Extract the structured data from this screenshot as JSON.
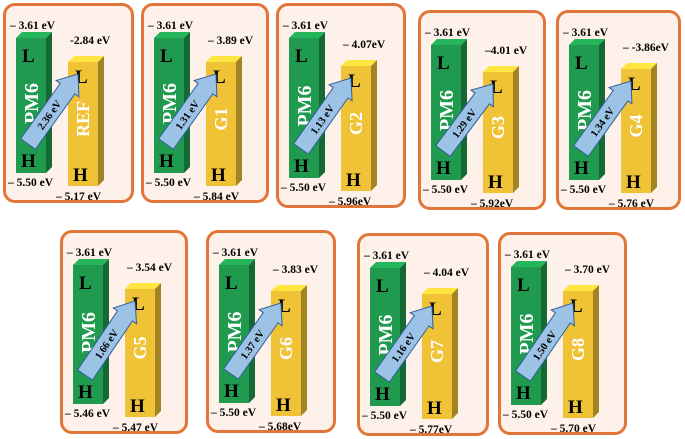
{
  "donor": {
    "name": "PM6",
    "lumo": "– 3.61 eV",
    "level_labels": {
      "lumo": "L",
      "homo": "H"
    }
  },
  "panels": [
    {
      "acceptor": "REF",
      "donor_homo": "– 5.50 eV",
      "acc_lumo": "-2.84 eV",
      "acc_homo": "– 5.17 eV",
      "offset": "2.36 eV"
    },
    {
      "acceptor": "G1",
      "donor_homo": "– 5.50 eV",
      "acc_lumo": "– 3.89 eV",
      "acc_homo": "– 5.84 eV",
      "offset": "1.31 eV"
    },
    {
      "acceptor": "G2",
      "donor_homo": "– 5.50 eV",
      "acc_lumo": "– 4.07eV",
      "acc_homo": "– 5.96eV",
      "offset": "1.13 eV"
    },
    {
      "acceptor": "G3",
      "donor_homo": "– 5.50 eV",
      "acc_lumo": "–4.01 eV",
      "acc_homo": "– 5.92eV",
      "offset": "1.29 eV"
    },
    {
      "acceptor": "G4",
      "donor_homo": "– 5.50 eV",
      "acc_lumo": "– -3.86eV",
      "acc_homo": "– 5.76 eV",
      "offset": "1.34 eV"
    },
    {
      "acceptor": "G5",
      "donor_homo": "– 5.46 eV",
      "acc_lumo": "– 3.54 eV",
      "acc_homo": "– 5.47 eV",
      "offset": "1.66 eV"
    },
    {
      "acceptor": "G6",
      "donor_homo": "– 5.50 eV",
      "acc_lumo": "– 3.83 eV",
      "acc_homo": "– 5.68eV",
      "offset": "1.37 eV"
    },
    {
      "acceptor": "G7",
      "donor_homo": "– 5.50 eV",
      "acc_lumo": "– 4.04 eV",
      "acc_homo": "– 5.77eV",
      "offset": "1.16 eV"
    },
    {
      "acceptor": "G8",
      "donor_homo": "– 5.50 eV",
      "acc_lumo": "– 3.70 eV",
      "acc_homo": "– 5.70 eV",
      "offset": "1.50 eV"
    }
  ],
  "colors": {
    "donor": "#1f9a4e",
    "acceptor": "#f0c235",
    "arrow": "#9cc3e6",
    "border": "#e2763a",
    "panel_bg": "#fdf1e9"
  }
}
